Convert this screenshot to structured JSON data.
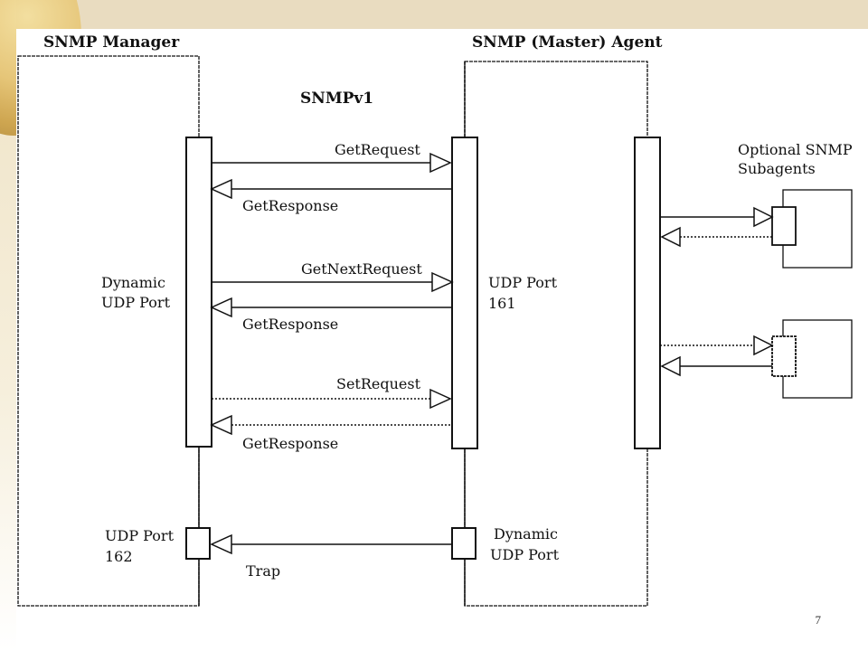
{
  "diagram": {
    "manager_title": "SNMP Manager",
    "agent_title": "SNMP (Master) Agent",
    "version_label": "SNMPv1",
    "manager_port_line1": "Dynamic",
    "manager_port_line2": "UDP Port",
    "agent_port_line1": "UDP Port",
    "agent_port_line2": "161",
    "trap_port_line1": "UDP Port",
    "trap_port_line2": "162",
    "trap_src_line1": "Dynamic",
    "trap_src_line2": "UDP Port",
    "subagents_line1": "Optional SNMP",
    "subagents_line2": "Subagents",
    "messages": {
      "get_request": "GetRequest",
      "get_response_1": "GetResponse",
      "get_next_request": "GetNextRequest",
      "get_response_2": "GetResponse",
      "set_request": "SetRequest",
      "get_response_3": "GetResponse",
      "trap": "Trap"
    }
  },
  "footer": {
    "page_number": "7"
  },
  "colors": {
    "line": "#111111",
    "background": "#ffffff"
  }
}
